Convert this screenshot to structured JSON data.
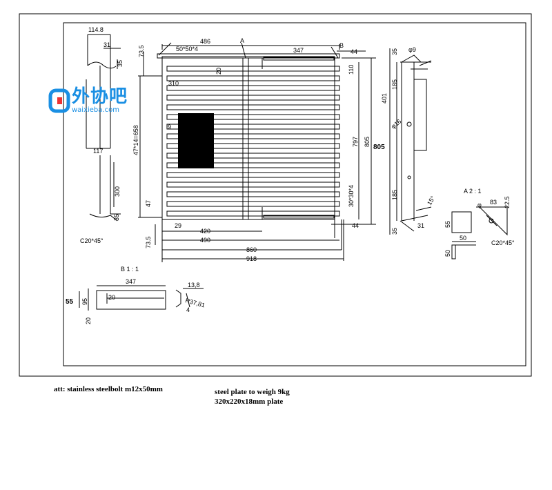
{
  "watermark": {
    "title": "外协吧",
    "subtitle": "waixieba.com"
  },
  "notes": {
    "left": "att: stainless steelbolt m12x50mm",
    "right_line1": "steel plate to weigh 9kg",
    "right_line2": "320x220x18mm plate"
  },
  "section_labels": {
    "a_marker": "A",
    "b_marker": "B",
    "detail_a": "A  2 : 1",
    "detail_b": "B  1 : 1"
  },
  "dims": {
    "d114_8": "114.8",
    "d31_top": "31",
    "d35_left": "35",
    "d73_5_top": "73.5",
    "d486": "486",
    "d50x50x4": "50*50*4",
    "d347_top": "347",
    "d44_top": "44",
    "d20": "20",
    "d110": "110",
    "d310": "310",
    "d9": "9",
    "d47x14": "47*14=658",
    "d797": "797",
    "d805": "805",
    "d30x30x4": "30*30*4",
    "d117": "117",
    "d300": "300",
    "d35_low": "35",
    "d47": "47",
    "d29": "29",
    "d420": "420",
    "d44_low": "44",
    "d73_5_low": "73.5",
    "d490": "490",
    "d860": "860",
    "d918": "918",
    "c20_left": "C20*45°",
    "d35_side": "35",
    "phi9": "φ9",
    "d185_top": "185",
    "d401": "401",
    "phi16": "φ16",
    "d185_low": "185",
    "d15": "15°",
    "d35_side_low": "35",
    "d31_side": "31",
    "a_phi": "φ",
    "a_83": "83",
    "a_22_5": "22.5",
    "a_55": "55",
    "a_50": "50",
    "a_50_v": "50",
    "c20_right": "C20*45°",
    "b_347": "347",
    "b_55": "55",
    "b_95": "95",
    "b_20": "20",
    "b_20_v": "20",
    "b_13_8": "13,8",
    "b_r37": "R37,81",
    "b_4": "4"
  }
}
